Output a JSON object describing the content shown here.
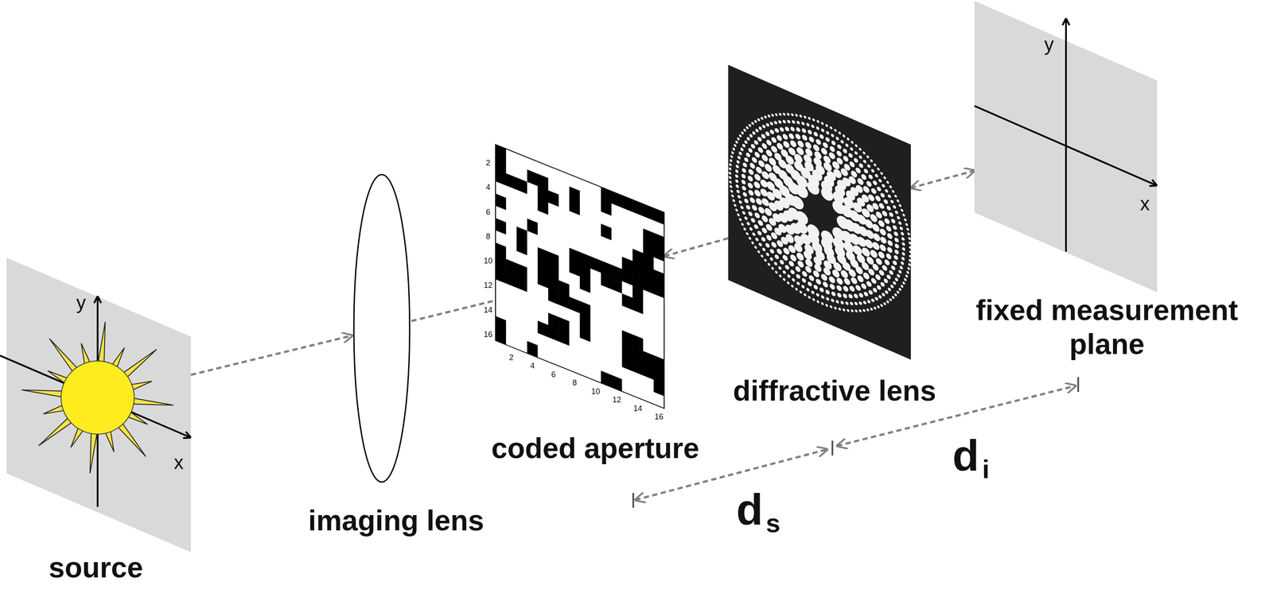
{
  "diagram": {
    "nodes": [
      {
        "text": [
          "source"
        ]
      },
      {
        "text": [
          "imaging lens"
        ]
      },
      {
        "text": [
          "coded aperture"
        ]
      },
      {
        "text": [
          "diffractive lens"
        ]
      },
      {
        "text": [
          "fixed measurement plane"
        ]
      }
    ],
    "edges": [
      {
        "from": 0,
        "to": 1,
        "arrow": "to"
      },
      {
        "from": 1,
        "to": 2,
        "arrow": "none"
      },
      {
        "from": 3,
        "to": 2,
        "arrow": "to"
      },
      {
        "from": 3,
        "to": 4,
        "arrow": "both"
      }
    ],
    "labels": [
      "y",
      "x",
      "2",
      "4",
      "6",
      "8",
      "10",
      "12",
      "14",
      "16",
      "2",
      "4",
      "6",
      "8",
      "10",
      "12",
      "14",
      "16",
      "y",
      "x",
      "d",
      "s",
      "d",
      "i"
    ]
  }
}
